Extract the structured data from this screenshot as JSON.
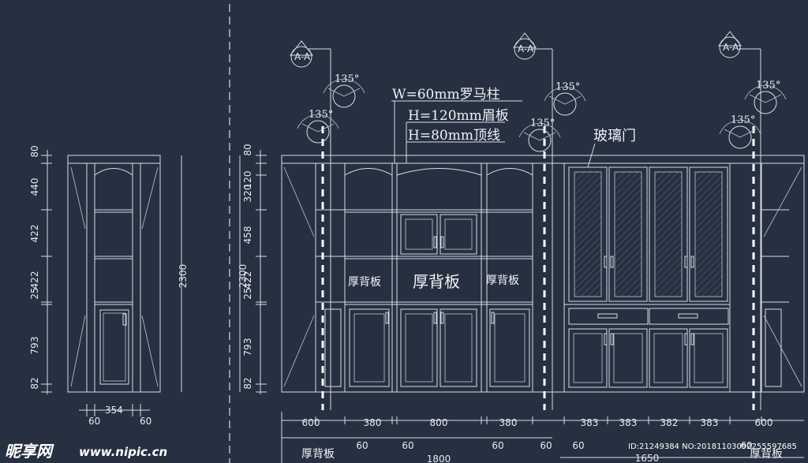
{
  "colors": {
    "background": "#263040",
    "line": "#d8dde6",
    "text": "#eef1f5"
  },
  "annotations": {
    "roman_column": "W=60mm罗马柱",
    "lintel": "H=120mm眉板",
    "top_molding": "H=80mm顶线",
    "glass_door": "玻璃门",
    "back_panel": "厚背板",
    "section_marker": "A-A",
    "angle": "135°"
  },
  "side_view": {
    "heights": [
      "80",
      "440",
      "422",
      "422",
      "25",
      "793",
      "82"
    ],
    "total_height": "2300",
    "widths": [
      "354",
      "60",
      "60"
    ]
  },
  "front_view": {
    "heights": [
      "80",
      "120",
      "320",
      "458",
      "422",
      "25",
      "793",
      "82"
    ],
    "total_height": "2300",
    "top_widths": [
      "600",
      "380",
      "800",
      "380",
      "383",
      "383",
      "382",
      "383",
      "600"
    ],
    "column_widths": [
      "60",
      "60",
      "60",
      "60",
      "60",
      "60"
    ],
    "overall_widths": [
      "1800",
      "1650"
    ]
  },
  "watermark": {
    "logo": "昵享网",
    "url": "www.nipic.cn",
    "id_text": "ID:21249384 NO:20181103092255597685"
  }
}
